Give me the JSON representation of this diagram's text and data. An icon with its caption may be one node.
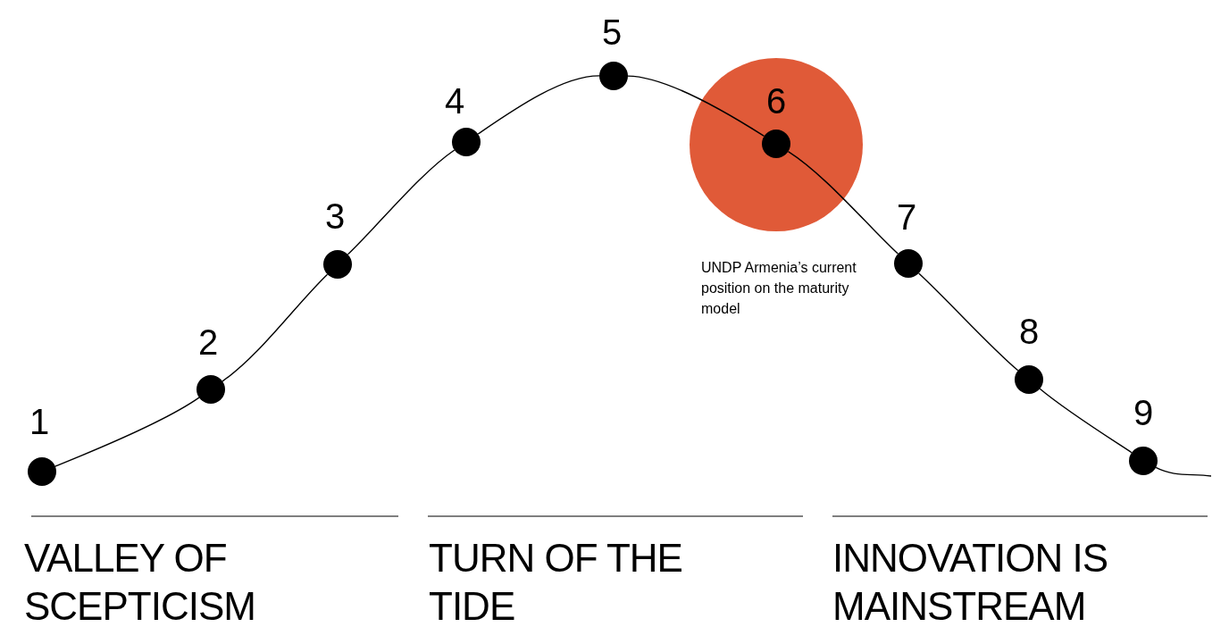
{
  "diagram": {
    "nodes": [
      {
        "text": [],
        "shape": "circle",
        "beside": [
          "1"
        ]
      },
      {
        "text": [],
        "shape": "circle",
        "beside": [
          "2"
        ]
      },
      {
        "text": [],
        "shape": "circle",
        "beside": [
          "3"
        ]
      },
      {
        "text": [],
        "shape": "circle",
        "beside": [
          "4"
        ]
      },
      {
        "text": [],
        "shape": "circle",
        "beside": [
          "5"
        ]
      },
      {
        "text": [],
        "shape": "circle",
        "beside": [
          "UNDP Armenia’s current position on the maturity model"
        ]
      },
      {
        "text": [],
        "shape": "circle",
        "beside": [
          "6"
        ],
        "in": 5
      },
      {
        "text": [],
        "shape": "circle",
        "beside": [
          "7"
        ]
      },
      {
        "text": [],
        "shape": "circle",
        "beside": [
          "8"
        ]
      },
      {
        "text": [],
        "shape": "circle",
        "beside": [
          "9"
        ]
      }
    ],
    "edges": [
      {
        "from": 0,
        "to": 1,
        "arrow": "none"
      },
      {
        "from": 1,
        "to": 2,
        "arrow": "none"
      },
      {
        "from": 2,
        "to": 3,
        "arrow": "none"
      },
      {
        "from": 3,
        "to": 4,
        "arrow": "none"
      },
      {
        "from": 4,
        "to": 6,
        "arrow": "none"
      },
      {
        "from": 6,
        "to": 7,
        "arrow": "none"
      },
      {
        "from": 7,
        "to": 8,
        "arrow": "none"
      },
      {
        "from": 8,
        "to": 9,
        "arrow": "none"
      },
      {
        "from": 9,
        "to": null,
        "arrow": "none"
      }
    ],
    "labels": [
      "VALLEY OF SCEPTICISM",
      "TURN OF THE TIDE",
      "INNOVATION IS MAINSTREAM"
    ]
  }
}
